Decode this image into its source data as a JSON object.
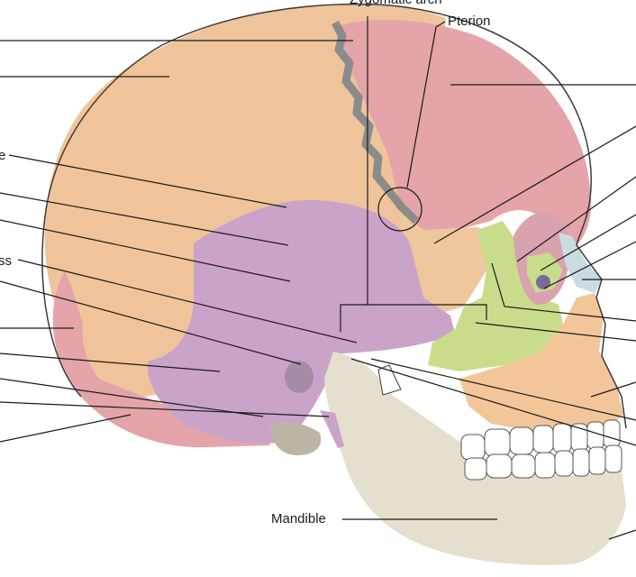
{
  "diagram": {
    "labels": {
      "zygomatic_arch": "Zygomatic arch",
      "pterion": "Pterion",
      "mandible": "Mandible",
      "ss_fragment": "ss",
      "e_fragment": "e"
    },
    "colors": {
      "parietal": "#f0c49a",
      "frontal": "#e4a4a9",
      "occipital": "#e4a4a9",
      "temporal": "#c9a4c8",
      "sphenoid": "#eec79c",
      "zygomatic": "#c8dc8c",
      "mandible": "#e5dfcd",
      "maxilla": "#f3c69a",
      "nasal": "#c9dce2",
      "teeth": "#ffffff",
      "suture": "#8b8b8b",
      "outline": "#3c3c3c"
    }
  }
}
